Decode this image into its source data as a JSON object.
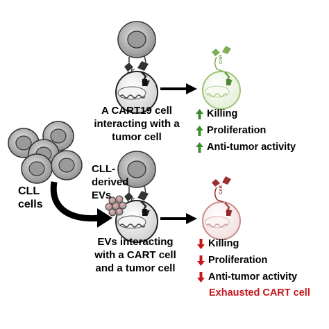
{
  "colors": {
    "up": "#3a8f2c",
    "down": "#c4161c",
    "exhausted_text": "#c4161c",
    "healthy_cell_outline": "#9dc47a",
    "exhausted_cell_outline": "#c98a8a"
  },
  "labels": {
    "top_caption_lines": [
      "A CART19 cell",
      "interacting with a",
      "tumor cell"
    ],
    "ev_caption_lines": [
      "CLL-",
      "derived",
      "EVs"
    ],
    "cll_caption_lines": [
      "CLL",
      "cells"
    ],
    "bottom_caption_lines": [
      "EVs interacting",
      "with a CART cell",
      "and a tumor cell"
    ],
    "car_tag": "CAR"
  },
  "outcomes": {
    "top": [
      {
        "arrow": "up",
        "text": "Killing"
      },
      {
        "arrow": "up",
        "text": "Proliferation"
      },
      {
        "arrow": "up",
        "text": "Anti-tumor activity"
      }
    ],
    "bottom": [
      {
        "arrow": "down",
        "text": "Killing"
      },
      {
        "arrow": "down",
        "text": "Proliferation"
      },
      {
        "arrow": "down",
        "text": "Anti-tumor activity"
      }
    ],
    "bottom_status": "Exhausted CART cell"
  },
  "icons": [
    "tumor-cell-icon",
    "cart-cell-icon",
    "car-receptor-icon",
    "extracellular-vesicle-icon",
    "arrow-right-icon",
    "curved-arrow-icon",
    "up-arrow-icon",
    "down-arrow-icon"
  ]
}
